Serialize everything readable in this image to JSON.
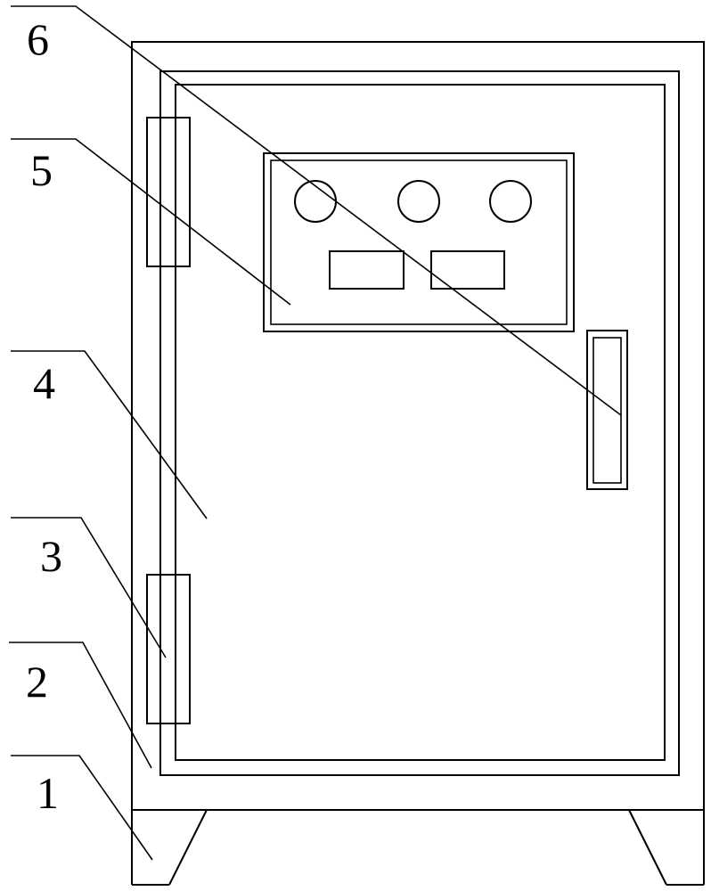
{
  "labels": {
    "part_1": "1",
    "part_2": "2",
    "part_3": "3",
    "part_4": "4",
    "part_5": "5",
    "part_6": "6"
  },
  "colors": {
    "stroke": "#000000",
    "background": "#ffffff"
  }
}
